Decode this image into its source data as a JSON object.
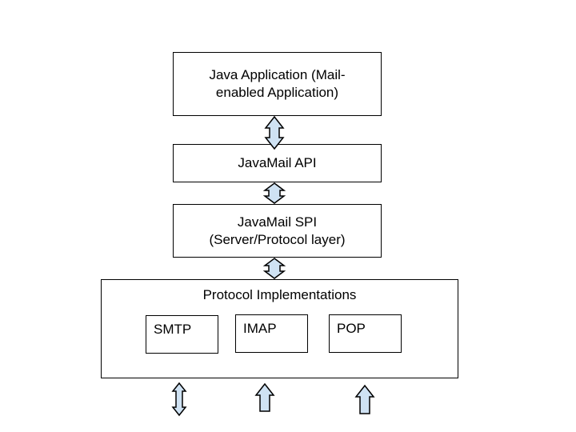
{
  "diagram": {
    "layers": {
      "application": "Java Application (Mail-\nenabled Application)",
      "api": "JavaMail API",
      "spi": "JavaMail SPI\n(Server/Protocol layer)"
    },
    "protocols": {
      "title": "Protocol Implementations",
      "items": [
        "SMTP",
        "IMAP",
        "POP"
      ]
    },
    "colors": {
      "arrow_fill": "#cfe2f3",
      "stroke": "#000000"
    }
  }
}
